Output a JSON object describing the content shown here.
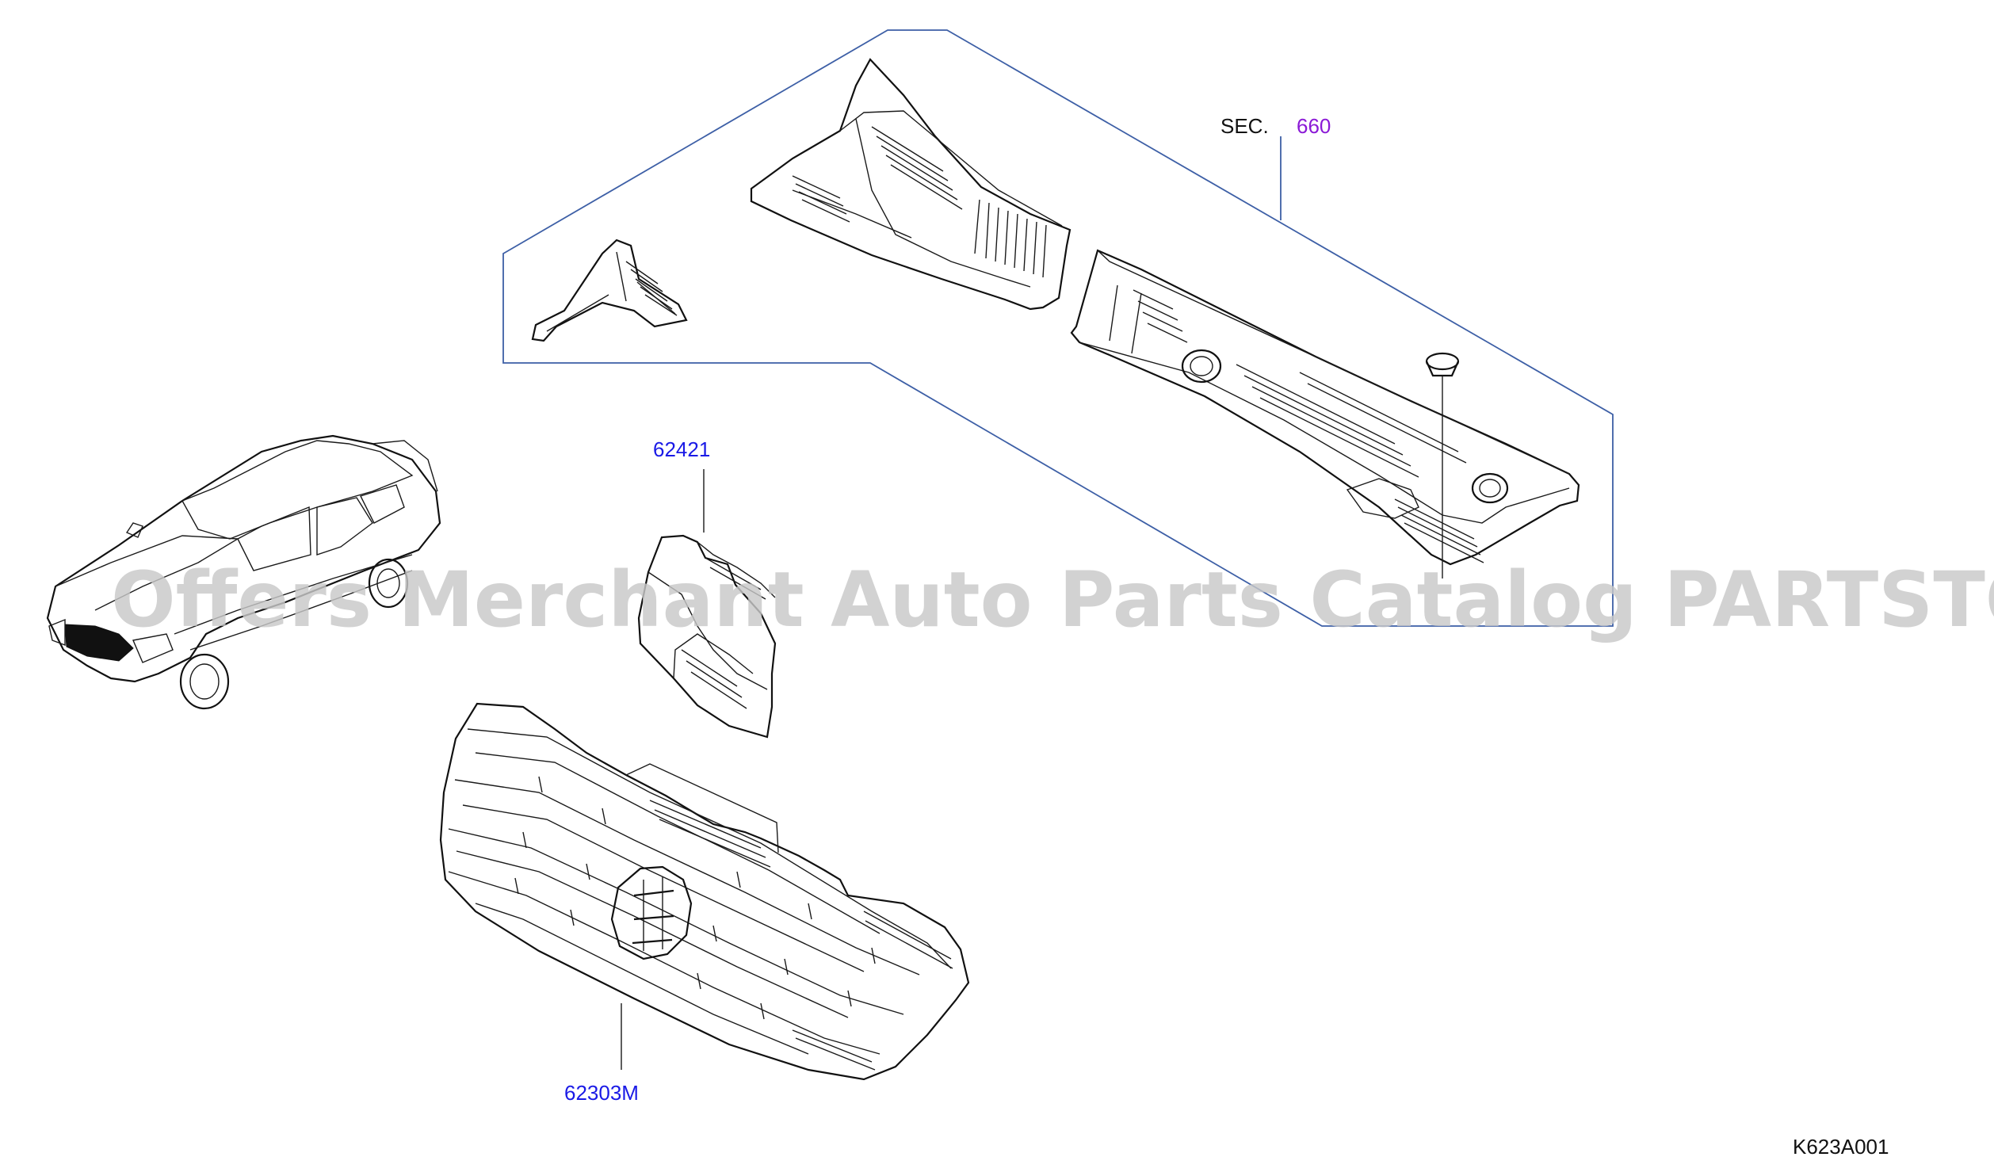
{
  "diagram": {
    "labels": {
      "sec_prefix": "SEC.",
      "sec_number": "660",
      "part_top": "62421",
      "part_grille": "62303M",
      "ref_code": "K623A001"
    },
    "watermark": "Offers Merchant Auto Parts Catalog PARTSTORE.SA",
    "colors": {
      "part_link": "#1a1ae6",
      "section_link": "#8b1ad6",
      "frame_line": "#3d5fa6",
      "ink": "#111111",
      "watermark": "#c8c8c8"
    }
  }
}
